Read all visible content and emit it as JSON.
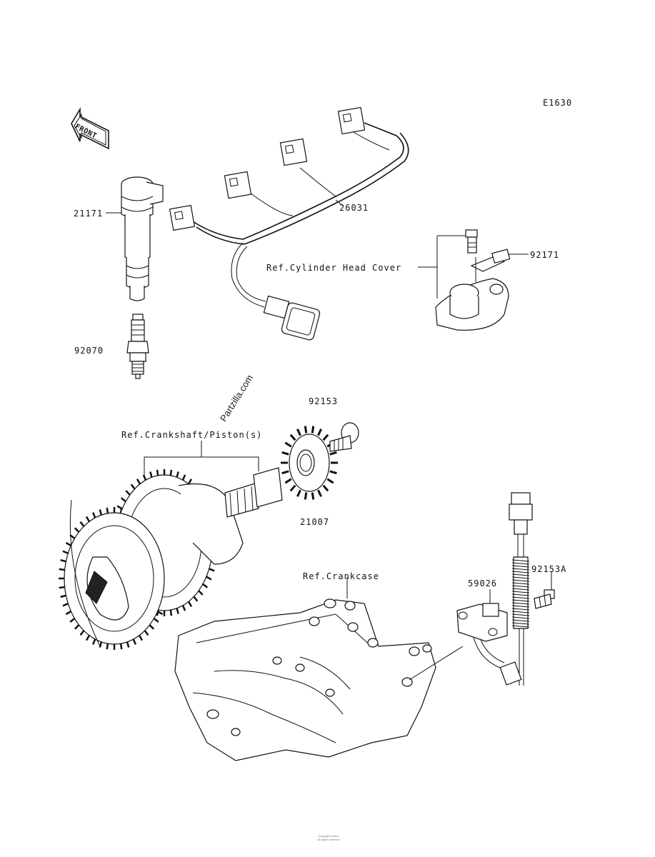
{
  "diagram_code": "E1630",
  "front_label": "FRONT",
  "labels": {
    "ignition_coil": "21171",
    "wiring_harness": "26031",
    "cylinder_head_cover_ref": "Ref.Cylinder Head Cover",
    "sensor_bolt": "92171",
    "spark_plug": "92070",
    "bolt": "92153",
    "crankshaft_ref": "Ref.Crankshaft/Piston(s)",
    "rotor": "21007",
    "crankcase_ref": "Ref.Crankcase",
    "pickup_coil": "59026",
    "bolt_a": "92153A"
  },
  "watermark": "Partzilla.com",
  "footer": [
    "Copyright notice",
    "all rights reserved"
  ]
}
